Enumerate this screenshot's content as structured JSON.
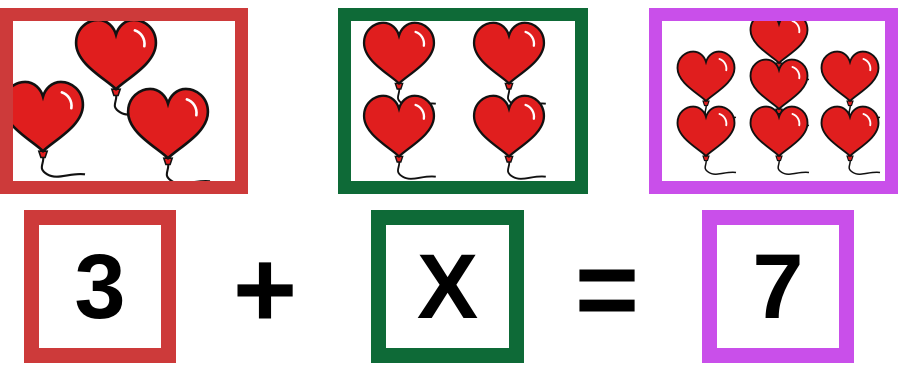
{
  "colors": {
    "red": "#cd3a3a",
    "green": "#0e6a37",
    "purple": "#c94fea",
    "balloon": "#e01e1e"
  },
  "pictures": [
    {
      "name": "addend-picture",
      "icon": "heart-balloon-icon",
      "count": 3,
      "color": "#cd3a3a"
    },
    {
      "name": "unknown-picture",
      "icon": "heart-balloon-icon",
      "count": 4,
      "color": "#0e6a37"
    },
    {
      "name": "sum-picture",
      "icon": "heart-balloon-icon",
      "count": 7,
      "color": "#c94fea"
    }
  ],
  "equation": {
    "addend": "3",
    "plus": "+",
    "unknown": "X",
    "equals": "=",
    "sum": "7"
  }
}
